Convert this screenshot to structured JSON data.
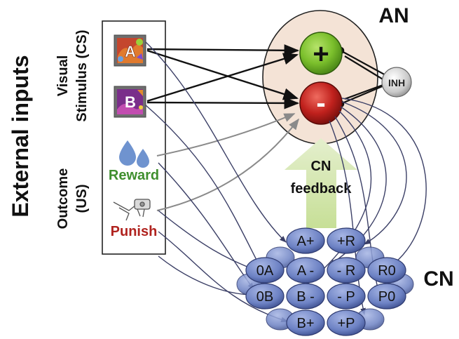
{
  "labels": {
    "external_inputs": "External inputs",
    "visual_line1": "Visual",
    "visual_line2": "Stimulus (CS)",
    "outcome_line1": "Outcome",
    "outcome_line2": "(US)",
    "an": "AN",
    "cn": "CN",
    "cn_feedback_line1": "CN",
    "cn_feedback_line2": "feedback"
  },
  "stimuli": {
    "a": "A",
    "b": "B"
  },
  "outcomes": {
    "reward": "Reward",
    "punish": "Punish"
  },
  "an_nodes": {
    "plus": "+",
    "minus": "-",
    "inh": "INH"
  },
  "cn_nodes": {
    "a_plus": "A+",
    "plus_r": "+R",
    "zero_a": "0A",
    "a_minus": "A -",
    "minus_r": "- R",
    "r_zero": "R0",
    "zero_b": "0B",
    "b_minus": "B -",
    "minus_p": "- P",
    "p_zero": "P0",
    "b_plus": "B+",
    "plus_p": "+P"
  },
  "colors": {
    "reward_text": "#3f8f2e",
    "punish_text": "#b0231f",
    "plus_node": "#7bbf2c",
    "minus_node": "#c0211d",
    "cn_node": "#6d82c4",
    "an_oval": "#f4e3d6",
    "feedback_arrow": "#d6e8b3"
  },
  "icons": {
    "stimulus_a": "stimulus-a-icon",
    "stimulus_b": "stimulus-b-icon",
    "reward": "water-drops-icon",
    "punish": "shock-device-icon"
  }
}
